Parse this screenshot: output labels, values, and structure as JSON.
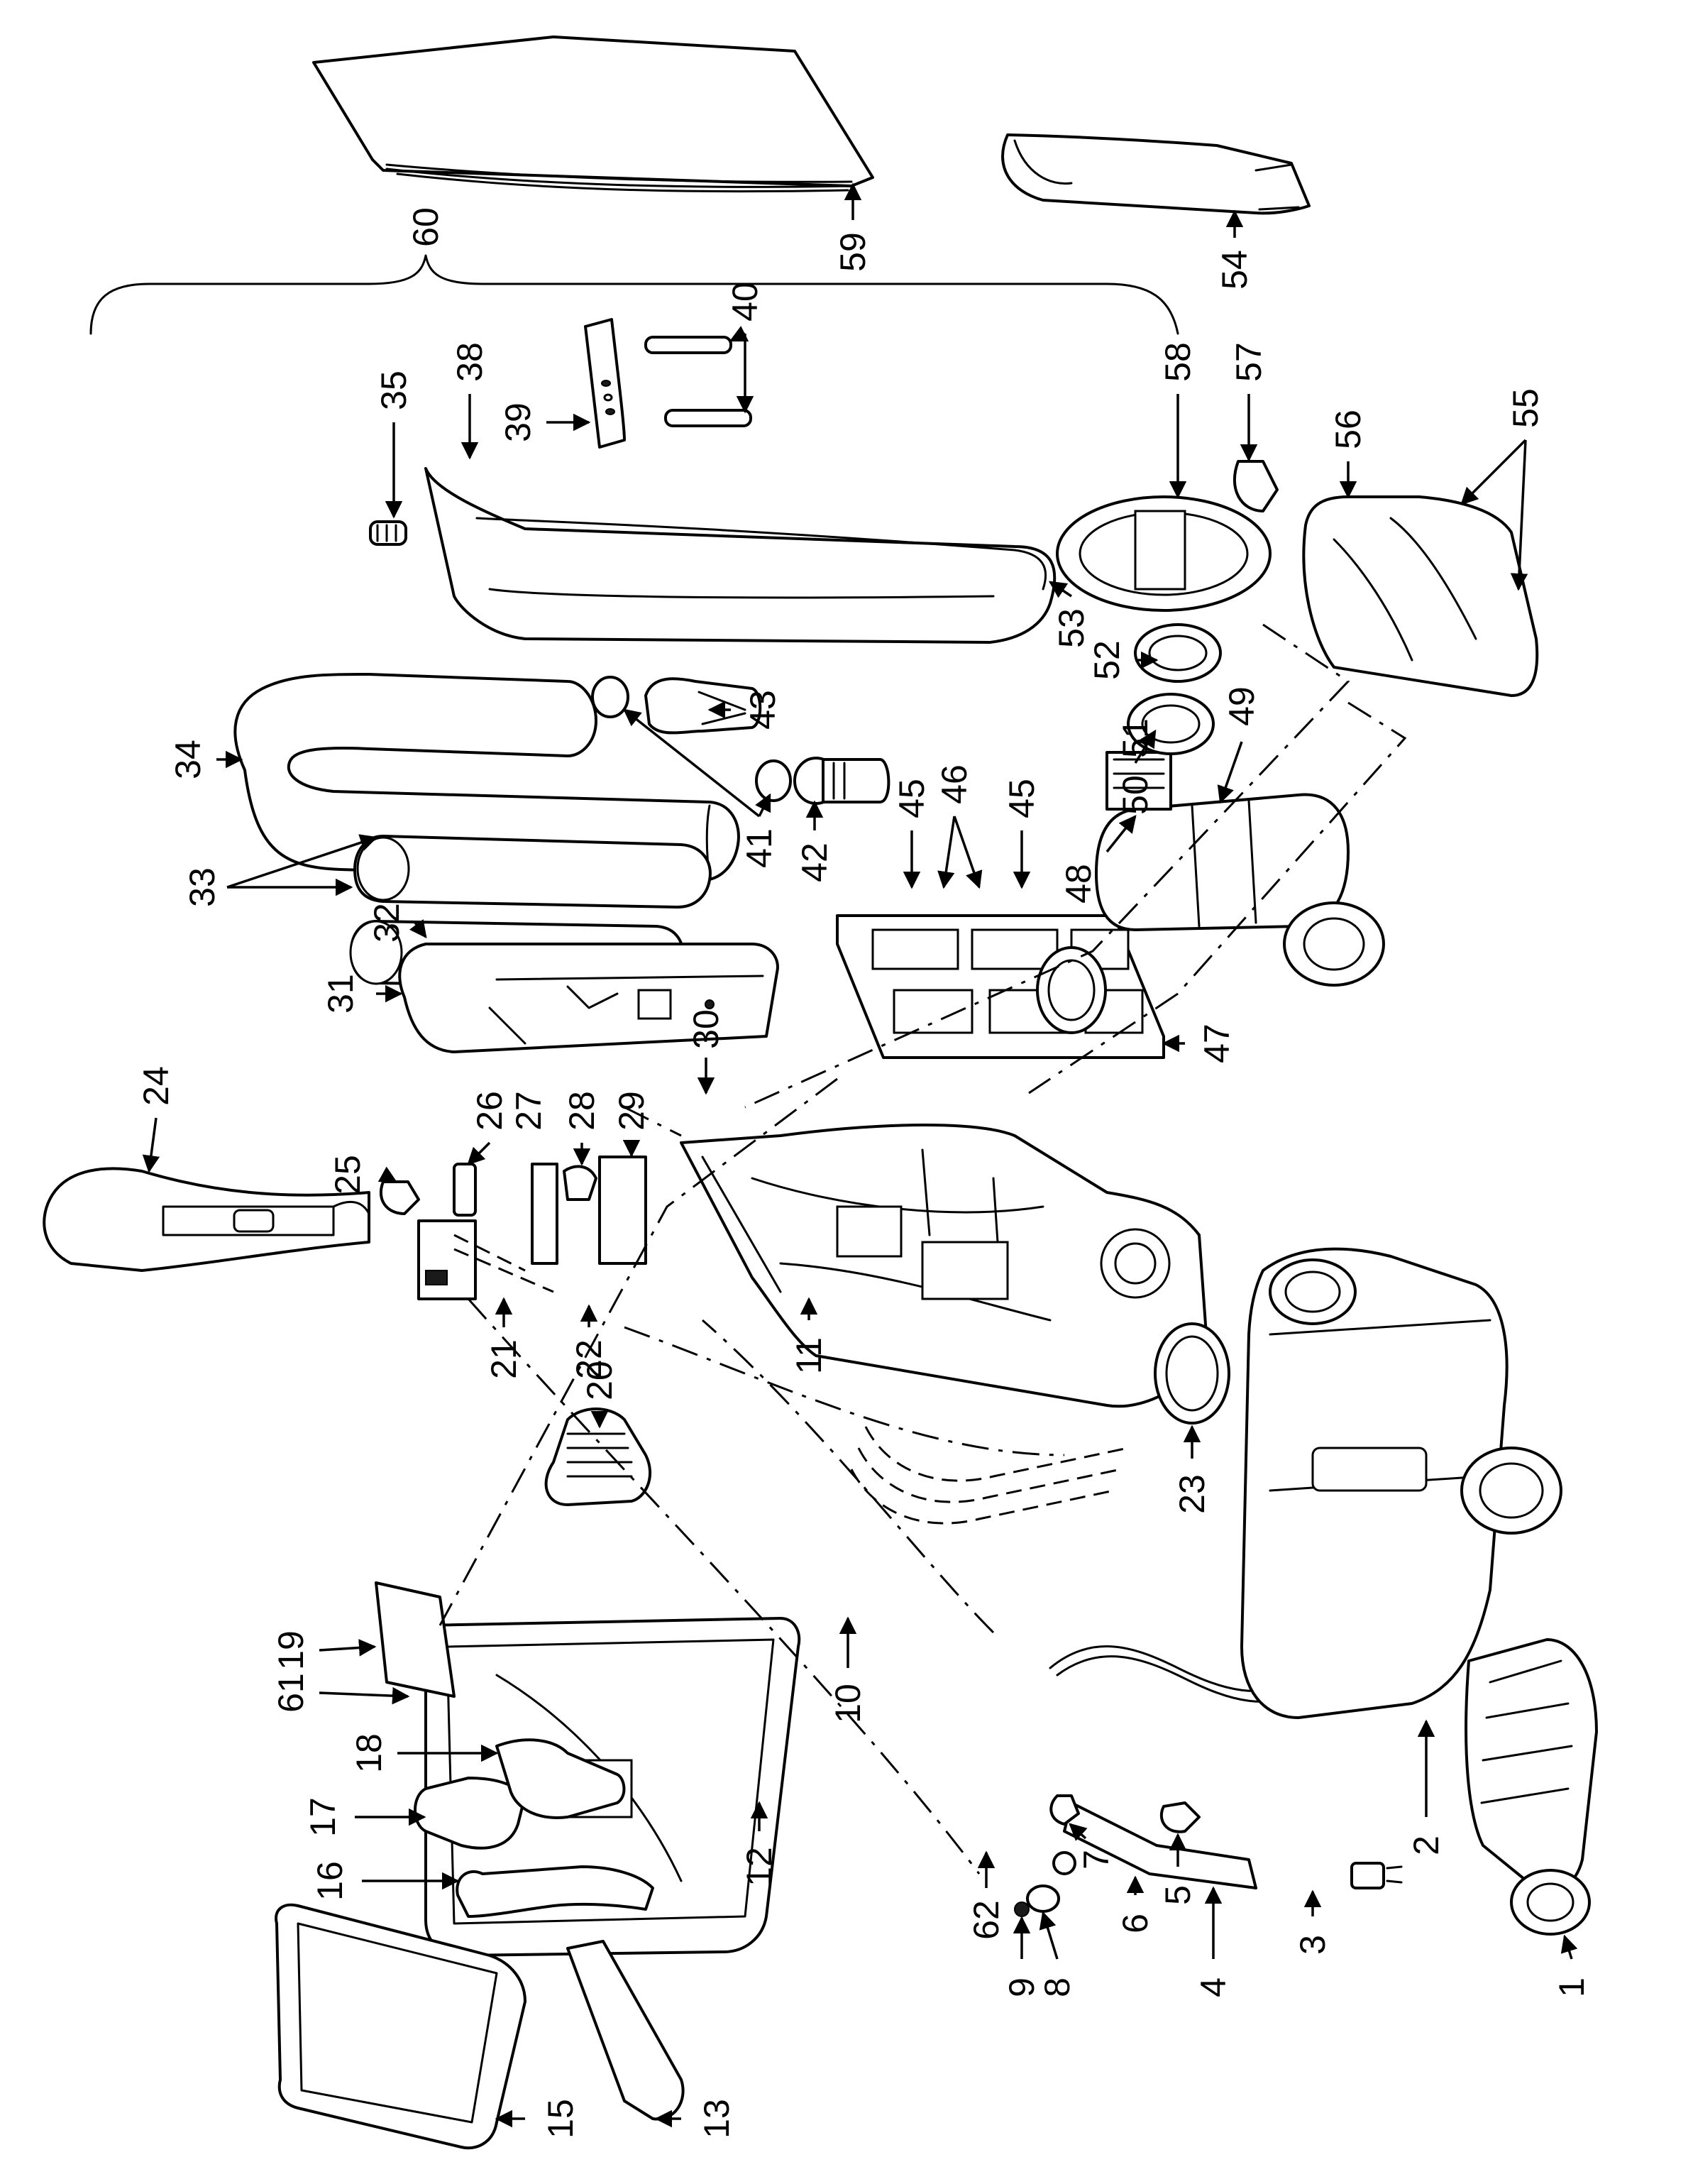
{
  "diagram": {
    "part_numbers": [
      "1",
      "2",
      "3",
      "4",
      "5",
      "6",
      "7",
      "8",
      "9",
      "10",
      "11",
      "12",
      "13",
      "15",
      "16",
      "17",
      "18",
      "19",
      "20",
      "21",
      "22",
      "23",
      "24",
      "25",
      "26",
      "27",
      "28",
      "29",
      "30",
      "31",
      "32",
      "33",
      "34",
      "35",
      "38",
      "39",
      "40",
      "41",
      "42",
      "43",
      "45",
      "45",
      "46",
      "47",
      "48",
      "49",
      "50",
      "51",
      "52",
      "53",
      "54",
      "55",
      "56",
      "57",
      "58",
      "59",
      "60",
      "61",
      "62"
    ]
  }
}
